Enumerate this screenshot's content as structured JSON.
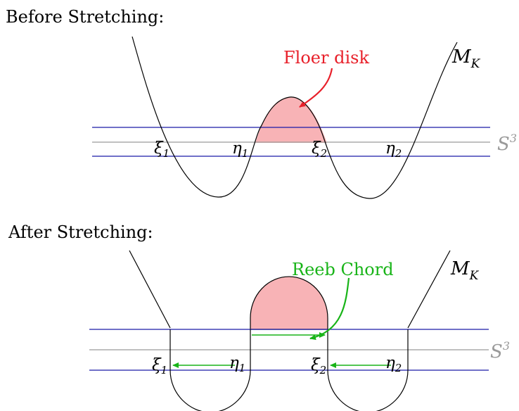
{
  "colors": {
    "ink": "#000000",
    "red": "#e8202a",
    "pink_fill": "#f8b3b6",
    "blue": "#1a1aa8",
    "gray": "#9a9a9a",
    "green": "#18b418"
  },
  "top": {
    "heading": "Before Stretching:",
    "floer_label": "Floer disk",
    "manifold_label": {
      "base": "M",
      "sub": "K"
    },
    "sphere_label": {
      "base": "S",
      "sup": "3"
    },
    "points": [
      {
        "base": "ξ",
        "sub": "1"
      },
      {
        "base": "η",
        "sub": "1"
      },
      {
        "base": "ξ",
        "sub": "2"
      },
      {
        "base": "η",
        "sub": "2"
      }
    ]
  },
  "bottom": {
    "heading": "After Stretching:",
    "reeb_label": "Reeb Chord",
    "manifold_label": {
      "base": "M",
      "sub": "K"
    },
    "sphere_label": {
      "base": "S",
      "sup": "3"
    },
    "points": [
      {
        "base": "ξ",
        "sub": "1"
      },
      {
        "base": "η",
        "sub": "1"
      },
      {
        "base": "ξ",
        "sub": "2"
      },
      {
        "base": "η",
        "sub": "2"
      }
    ]
  }
}
